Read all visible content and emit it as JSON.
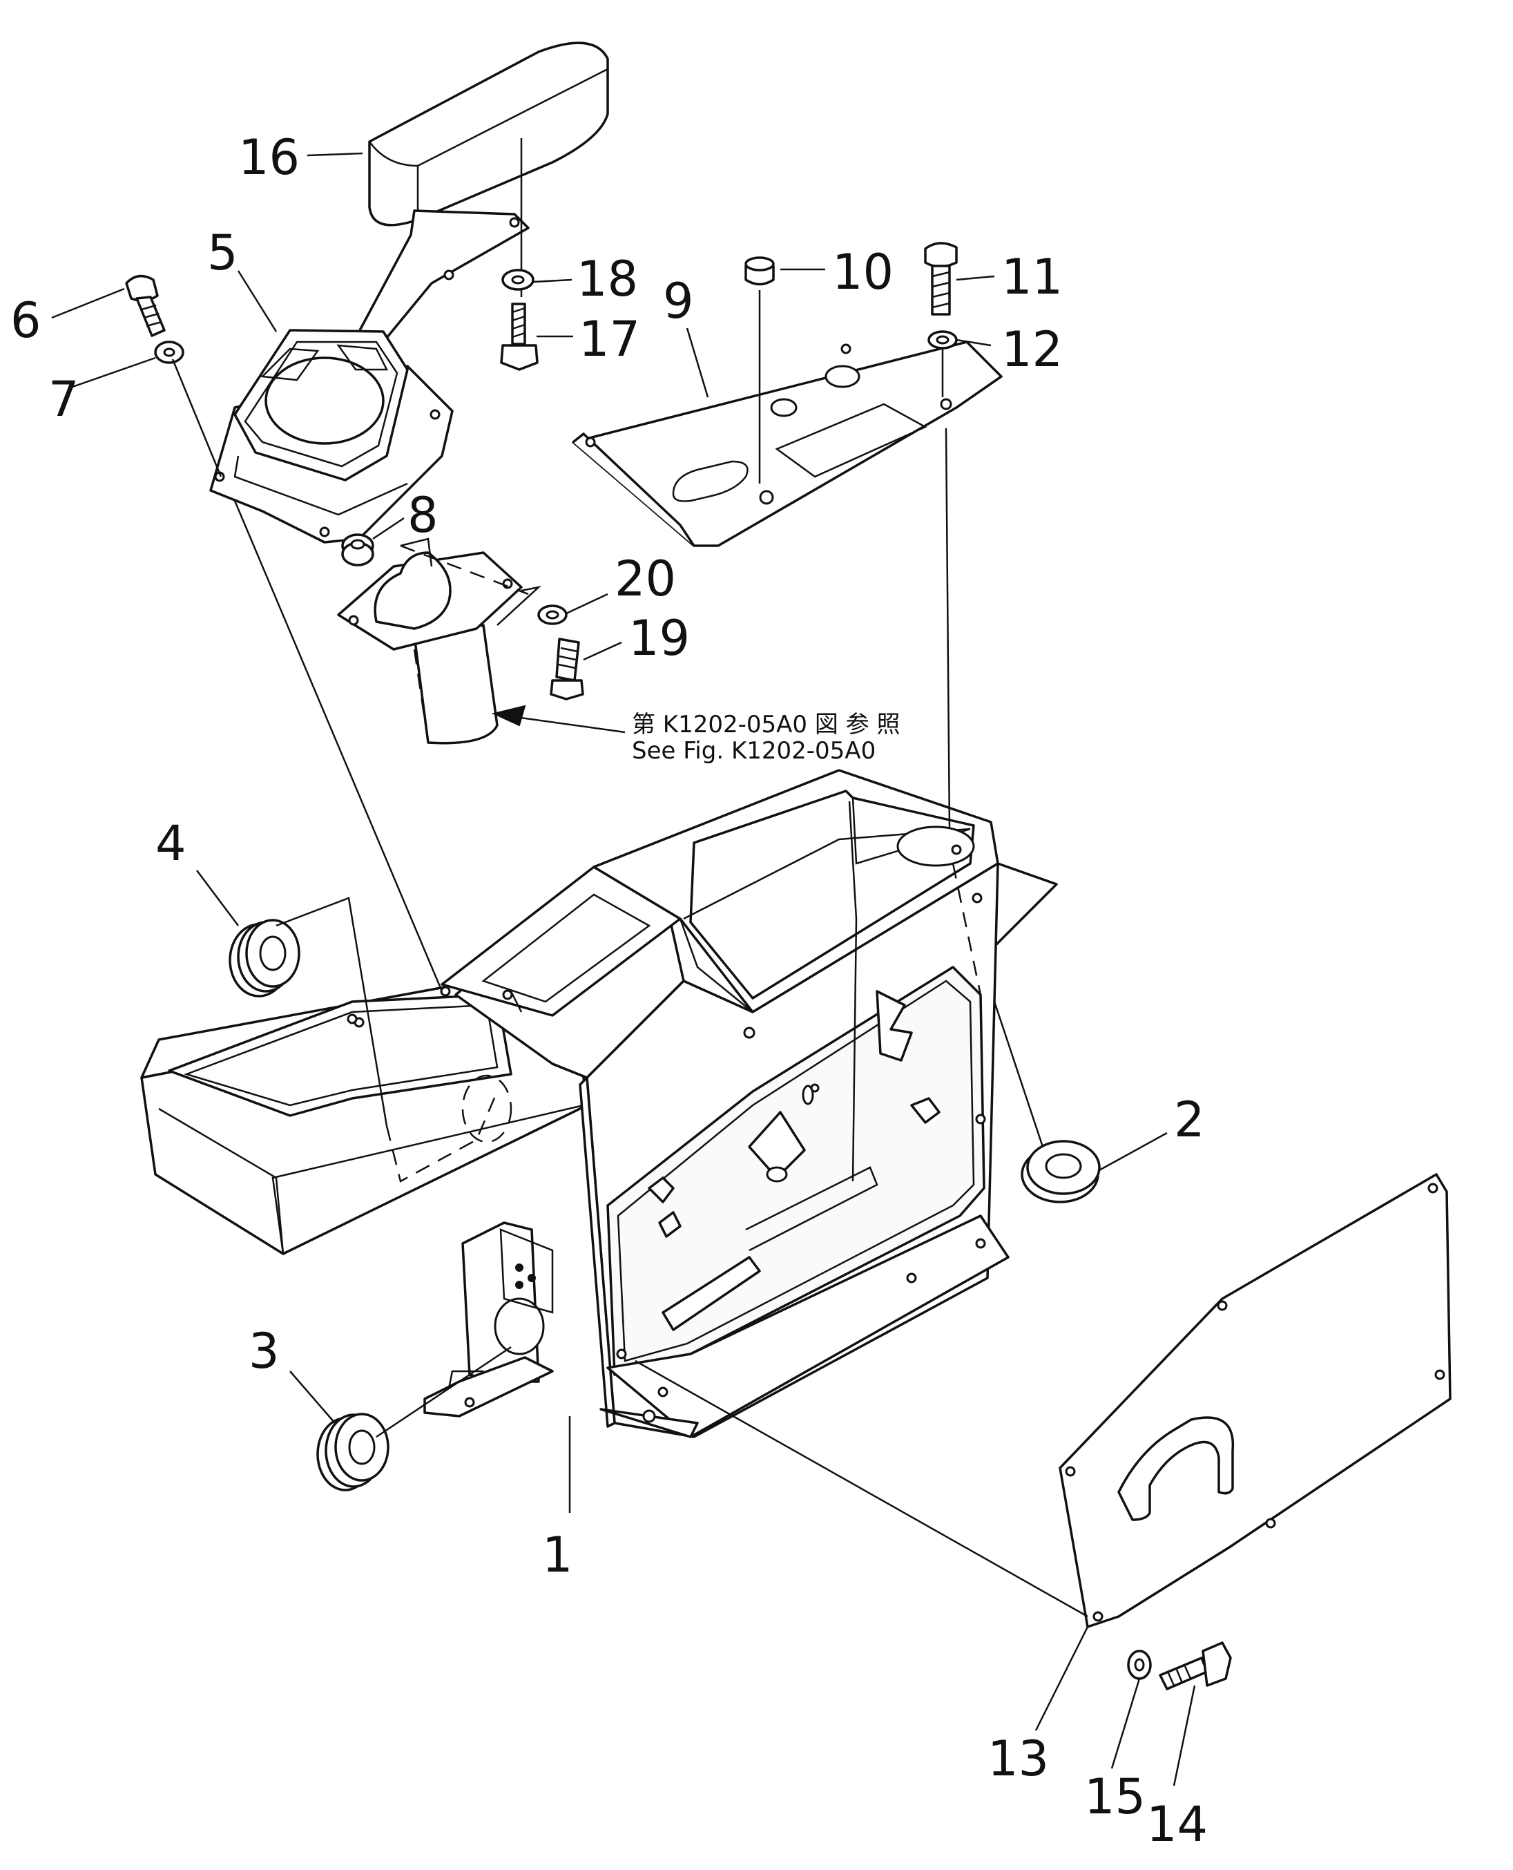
{
  "diagram": {
    "callouts": [
      "1",
      "2",
      "3",
      "4",
      "5",
      "6",
      "7",
      "8",
      "9",
      "10",
      "11",
      "12",
      "13",
      "14",
      "15",
      "16",
      "17",
      "18",
      "19",
      "20"
    ],
    "reference": {
      "japanese": "第 K1202-05A0 図 参 照",
      "english": "See Fig. K1202-05A0"
    }
  }
}
